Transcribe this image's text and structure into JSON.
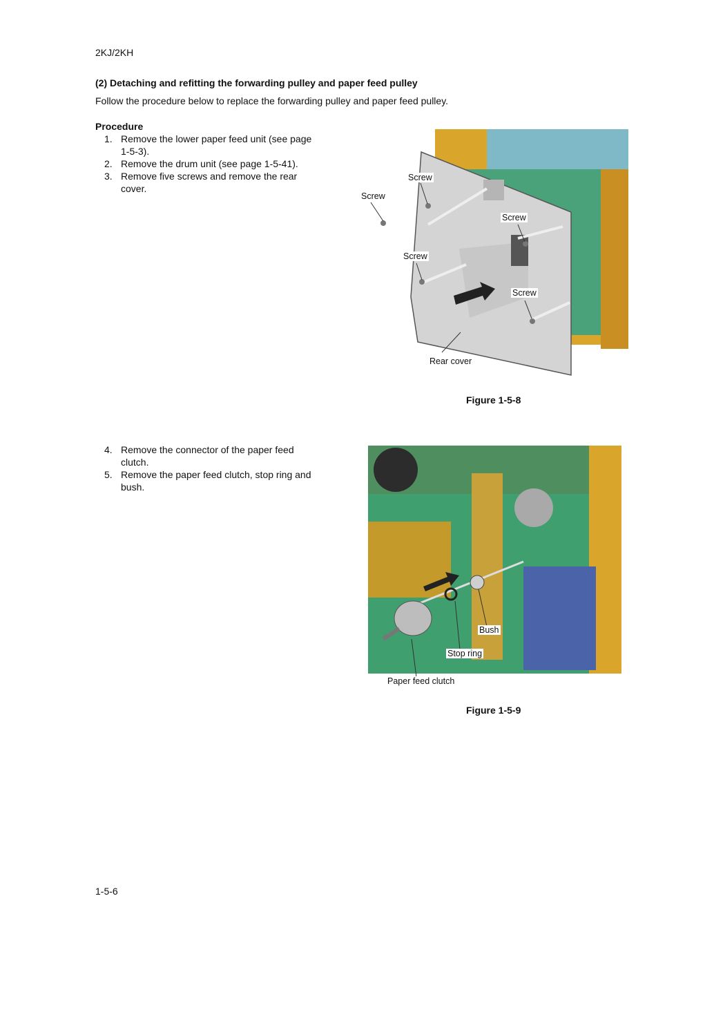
{
  "header": {
    "model": "2KJ/2KH"
  },
  "section": {
    "title": "(2) Detaching and refitting the forwarding pulley and paper feed pulley",
    "intro": "Follow the procedure below to replace the forwarding pulley and paper feed pulley."
  },
  "procedure": {
    "label": "Procedure",
    "steps_a": [
      {
        "num": "1.",
        "text": "Remove the lower paper feed unit (see page 1-5-3)."
      },
      {
        "num": "2.",
        "text": "Remove the drum unit (see page 1-5-41)."
      },
      {
        "num": "3.",
        "text": "Remove five screws and remove the rear cover."
      }
    ],
    "steps_b": [
      {
        "num": "4.",
        "text": "Remove the connector of the paper feed clutch."
      },
      {
        "num": "5.",
        "text": "Remove the paper feed clutch, stop ring and bush."
      }
    ]
  },
  "figure1": {
    "caption": "Figure 1-5-8",
    "labels": {
      "screw1": "Screw",
      "screw2": "Screw",
      "screw3": "Screw",
      "screw4": "Screw",
      "screw5": "Screw",
      "rear_cover": "Rear cover"
    }
  },
  "figure2": {
    "caption": "Figure 1-5-9",
    "labels": {
      "bush": "Bush",
      "stop_ring": "Stop ring",
      "clutch": "Paper feed clutch"
    }
  },
  "footer": {
    "page": "1-5-6"
  },
  "colors": {
    "frame_orange": "#d9a52a",
    "board_green": "#3f9f6f",
    "panel_grey": "#cfcfcf",
    "plate_blue": "#4b63a8"
  }
}
